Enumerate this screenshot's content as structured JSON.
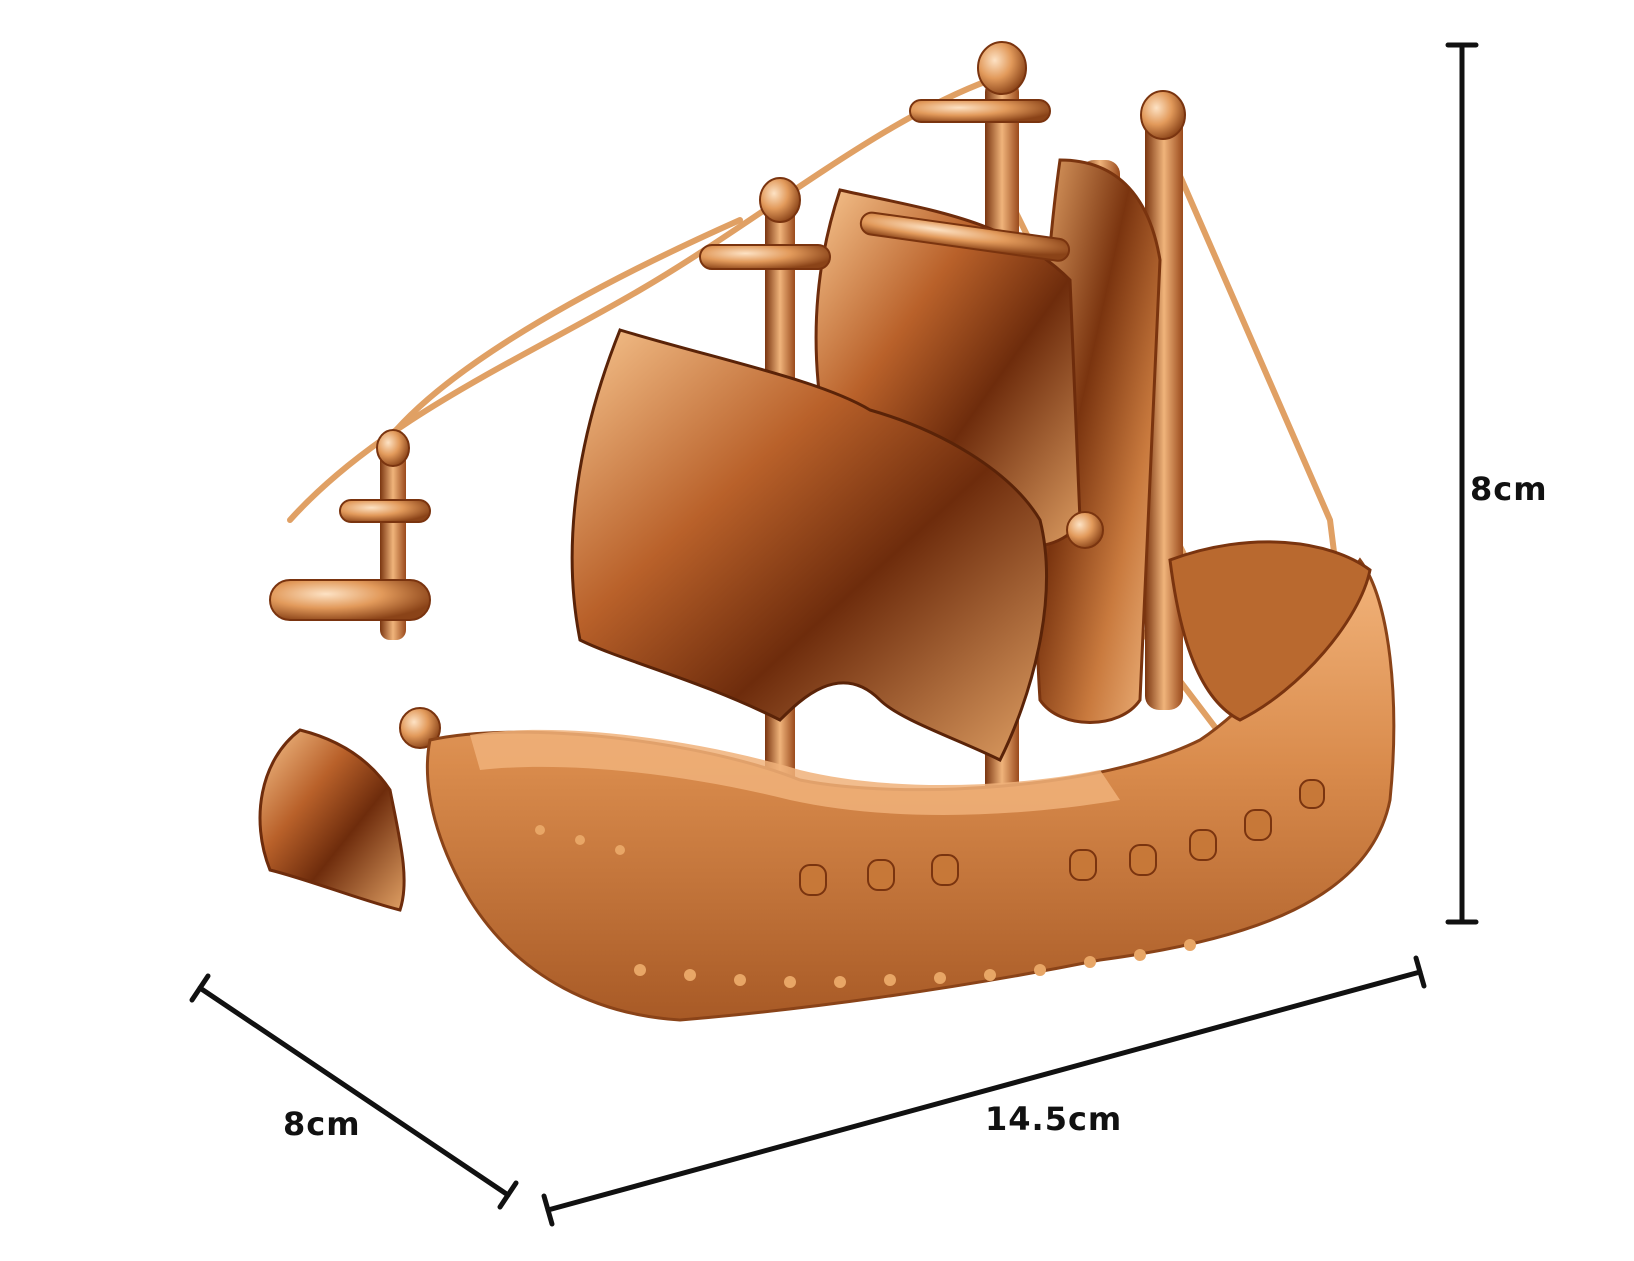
{
  "image": {
    "subject": "gold-ship-figurine",
    "background_color": "#ffffff",
    "palette": {
      "gold_light": "#f6c08a",
      "gold_mid": "#d9894a",
      "gold_dark": "#8a4318",
      "gold_deep": "#4a1e08",
      "line": "#111111"
    }
  },
  "dimensions": {
    "height_label": "8cm",
    "depth_label": "8cm",
    "width_label": "14.5cm"
  }
}
